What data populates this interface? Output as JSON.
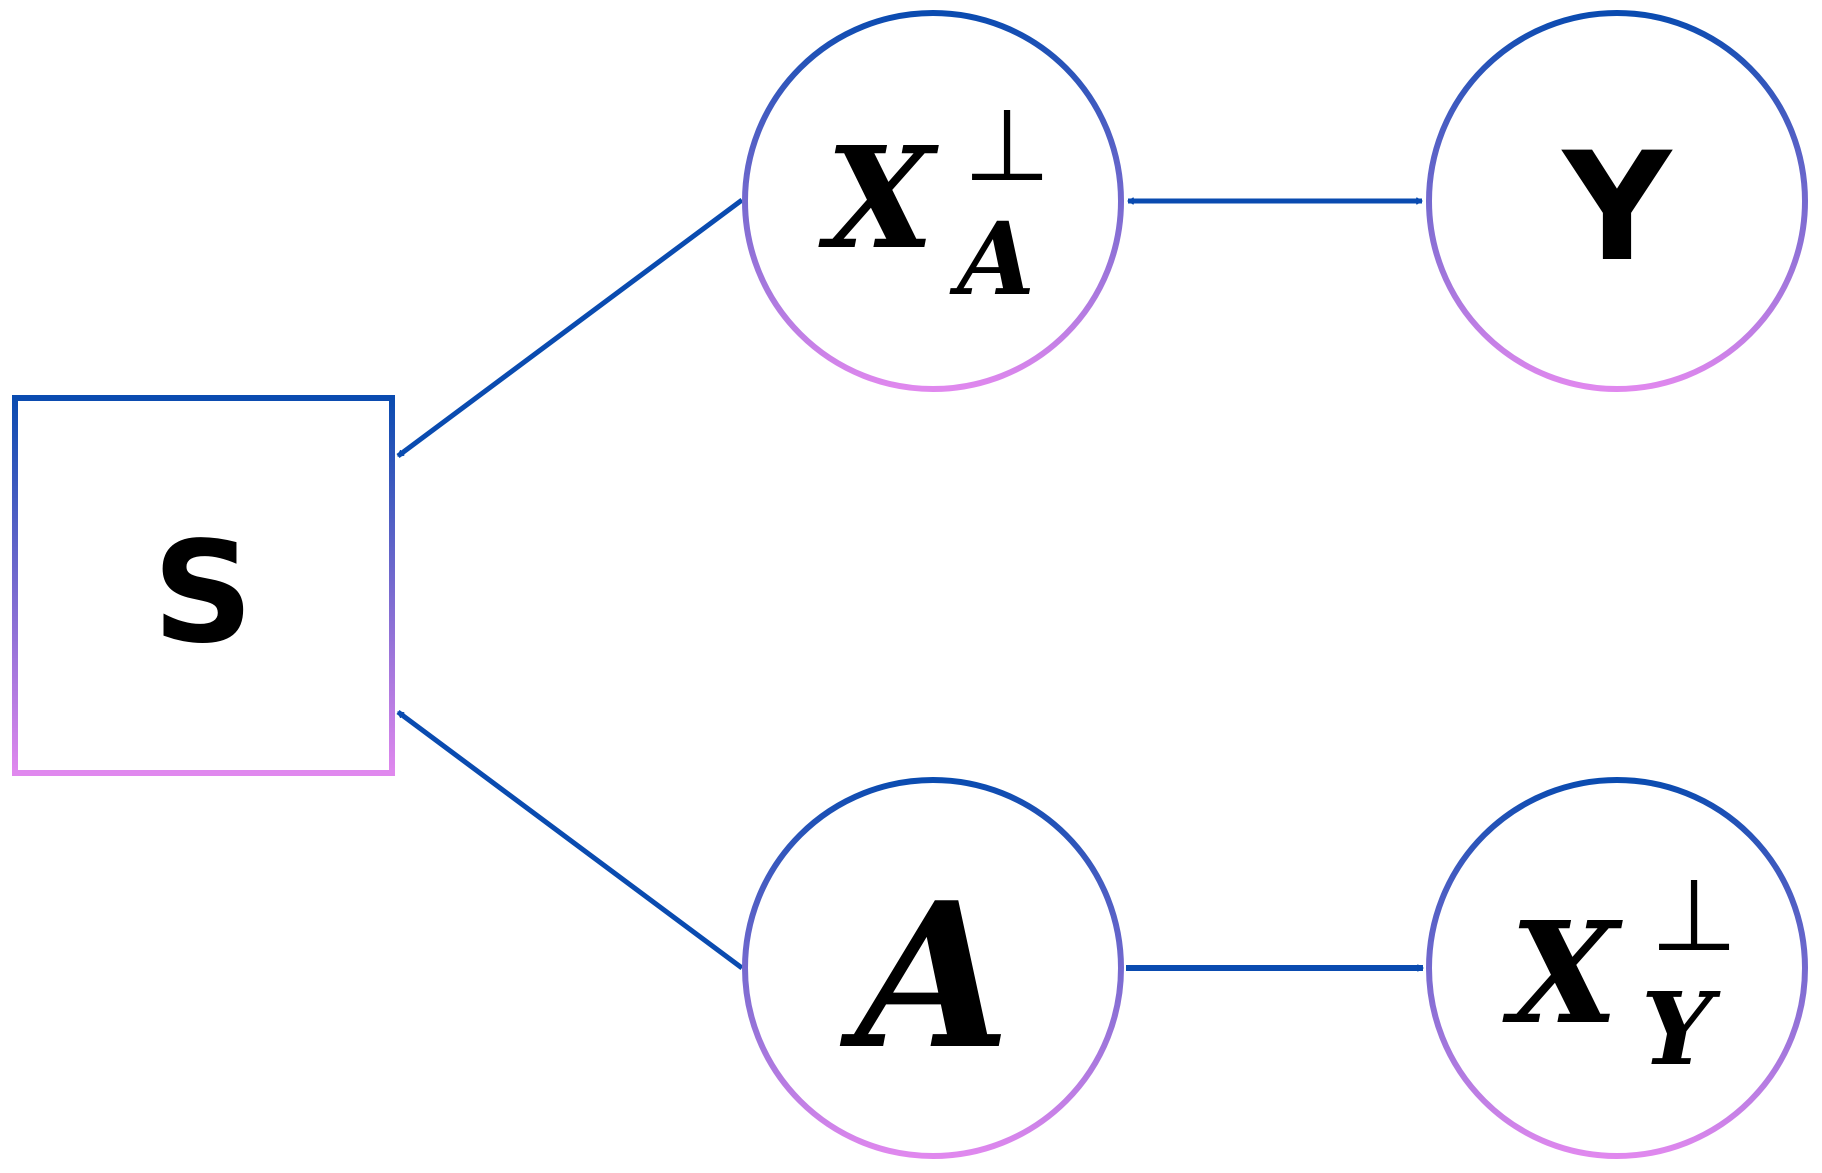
{
  "diagram": {
    "colors": {
      "edge": "#0a4bb0",
      "node_top": "#0a4bb0",
      "node_bottom": "#e088ee",
      "text": "#000000"
    },
    "nodes": [
      {
        "id": "S",
        "shape": "square",
        "label": "S"
      },
      {
        "id": "XA",
        "shape": "circle",
        "label": "X",
        "superscript": "⊥",
        "subscript": "A"
      },
      {
        "id": "Y",
        "shape": "circle",
        "label": "Y"
      },
      {
        "id": "A",
        "shape": "circle",
        "label": "A"
      },
      {
        "id": "XY",
        "shape": "circle",
        "label": "X",
        "superscript": "⊥",
        "subscript": "Y"
      }
    ],
    "edges": [
      {
        "from": "XA",
        "to": "S",
        "type": "directed"
      },
      {
        "from": "XA",
        "to": "Y",
        "type": "bidirected"
      },
      {
        "from": "A",
        "to": "S",
        "type": "directed"
      },
      {
        "from": "A",
        "to": "XY",
        "type": "directed"
      }
    ]
  }
}
